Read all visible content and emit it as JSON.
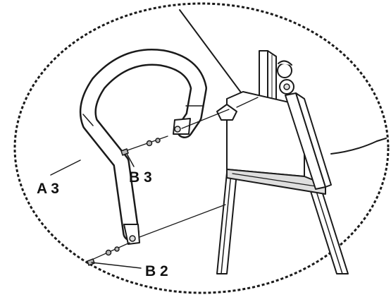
{
  "labels": {
    "handle": "A 3",
    "bolt_upper": "B 3",
    "bolt_lower": "B 2"
  },
  "colors": {
    "ink": "#1a1a1a",
    "paper": "#ffffff"
  }
}
